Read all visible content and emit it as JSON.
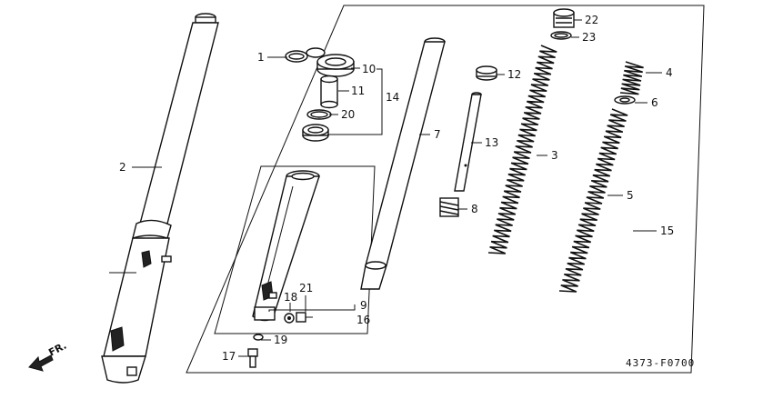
{
  "diagram": {
    "callouts": [
      {
        "id": "c1",
        "text": "1"
      },
      {
        "id": "c2",
        "text": "2"
      },
      {
        "id": "c3",
        "text": "3"
      },
      {
        "id": "c4",
        "text": "4"
      },
      {
        "id": "c5",
        "text": "5"
      },
      {
        "id": "c6",
        "text": "6"
      },
      {
        "id": "c7",
        "text": "7"
      },
      {
        "id": "c8",
        "text": "8"
      },
      {
        "id": "c9",
        "text": "9"
      },
      {
        "id": "c10",
        "text": "10"
      },
      {
        "id": "c11",
        "text": "11"
      },
      {
        "id": "c12",
        "text": "12"
      },
      {
        "id": "c13",
        "text": "13"
      },
      {
        "id": "c14",
        "text": "14"
      },
      {
        "id": "c15",
        "text": "15"
      },
      {
        "id": "c16",
        "text": "16"
      },
      {
        "id": "c17",
        "text": "17"
      },
      {
        "id": "c18",
        "text": "18"
      },
      {
        "id": "c19",
        "text": "19"
      },
      {
        "id": "c20",
        "text": "20"
      },
      {
        "id": "c21",
        "text": "21"
      },
      {
        "id": "c22",
        "text": "22"
      },
      {
        "id": "c23",
        "text": "23"
      }
    ],
    "front_indicator": "FR.",
    "drawing_code": "4373-F0700"
  }
}
